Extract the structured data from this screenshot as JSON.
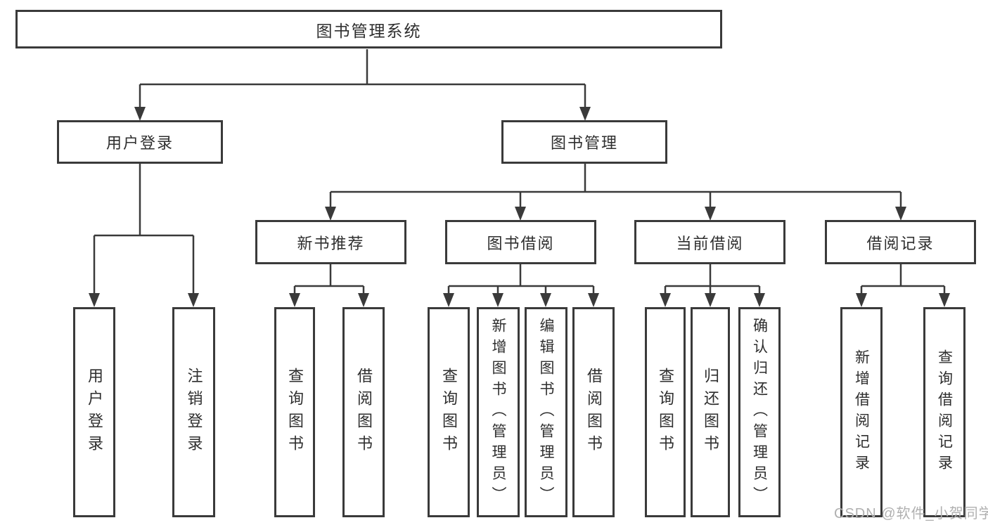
{
  "tree": {
    "root": "图书管理系统",
    "branches": [
      {
        "label": "用户登录",
        "children": [
          "用户登录",
          "注销登录"
        ]
      },
      {
        "label": "图书管理",
        "children": [
          {
            "label": "新书推荐",
            "children": [
              "查询图书",
              "借阅图书"
            ]
          },
          {
            "label": "图书借阅",
            "children": [
              "查询图书",
              "新增图书（管理员）",
              "编辑图书（管理员）",
              "借阅图书"
            ]
          },
          {
            "label": "当前借阅",
            "children": [
              "查询图书",
              "归还图书",
              "确认归还（管理员）"
            ]
          },
          {
            "label": "借阅记录",
            "children": [
              "新增借阅记录",
              "查询借阅记录"
            ]
          }
        ]
      }
    ]
  },
  "watermark": "CSDN @软件_小贺同学",
  "colors": {
    "line": "#3a3a3a",
    "box_border": "#3a3a3a",
    "text": "#2e2e2e",
    "watermark": "#b0b0b0",
    "background": "#ffffff"
  }
}
